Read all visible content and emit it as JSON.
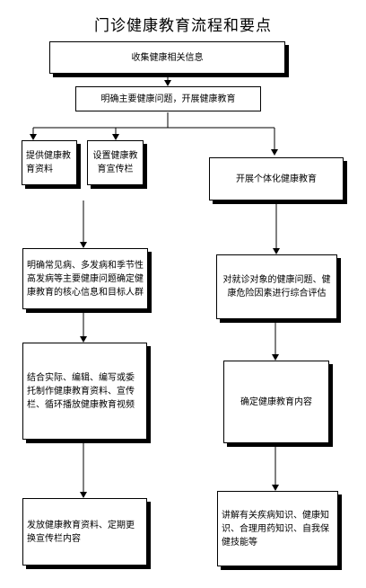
{
  "title": "门诊健康教育流程和要点",
  "nodes": {
    "collect": "收集健康相关信息",
    "clarify": "明确主要健康问题，开展健康教育",
    "provide_materials": "提供健康教育资料",
    "set_board": "设置健康教育宣传栏",
    "common_diseases": "明确常见病、多发病和季节性高发病等主要健康问题确定健康教育的核心信息和目标人群",
    "compile": "结合实际、编辑、编写或委托制作健康教育资料、宣传栏、循环播放健康教育视频",
    "distribute": "发放健康教育资料、定期更换宣传栏内容",
    "individual": "开展个体化健康教育",
    "assess": "对就诊对象的健康问题、健康危险因素进行综合评估",
    "determine": "确定健康教育内容",
    "explain": "讲解有关疾病知识、健康知识、合理用药知识、自我保健技能等"
  }
}
